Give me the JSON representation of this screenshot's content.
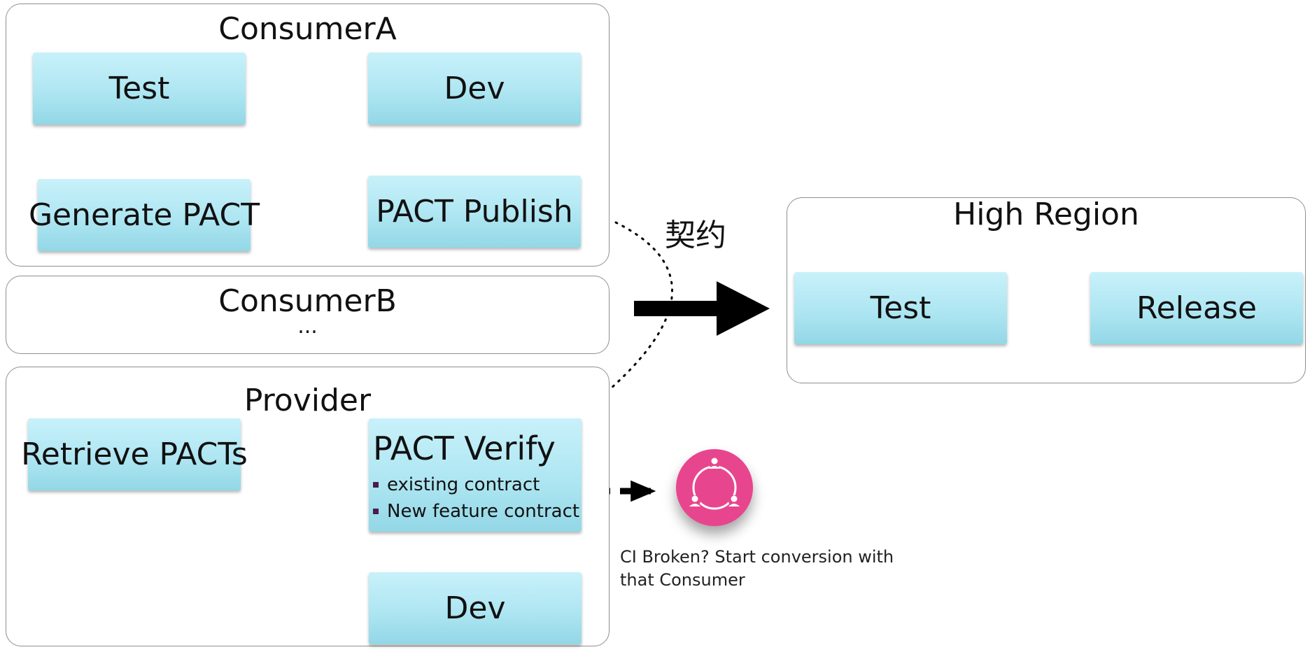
{
  "consumer_a": {
    "title": "ConsumerA",
    "test": "Test",
    "dev": "Dev",
    "generate": "Generate PACT",
    "publish": "PACT Publish"
  },
  "consumer_b": {
    "title": "ConsumerB",
    "ellipsis": "..."
  },
  "provider": {
    "title": "Provider",
    "retrieve": "Retrieve PACTs",
    "verify": "PACT Verify",
    "verify_items": [
      "existing contract",
      "New feature contract"
    ],
    "dev": "Dev"
  },
  "contract_label": "契约",
  "high_region": {
    "title": "High Region",
    "test": "Test",
    "release": "Release"
  },
  "ci_note": "CI Broken? Start conversion with that Consumer",
  "colors": {
    "box_fill": "#aee6f2",
    "ci_icon": "#e8458f",
    "bullet": "#4b1b4a"
  },
  "icons": {
    "ci": "team-cycle-icon"
  }
}
